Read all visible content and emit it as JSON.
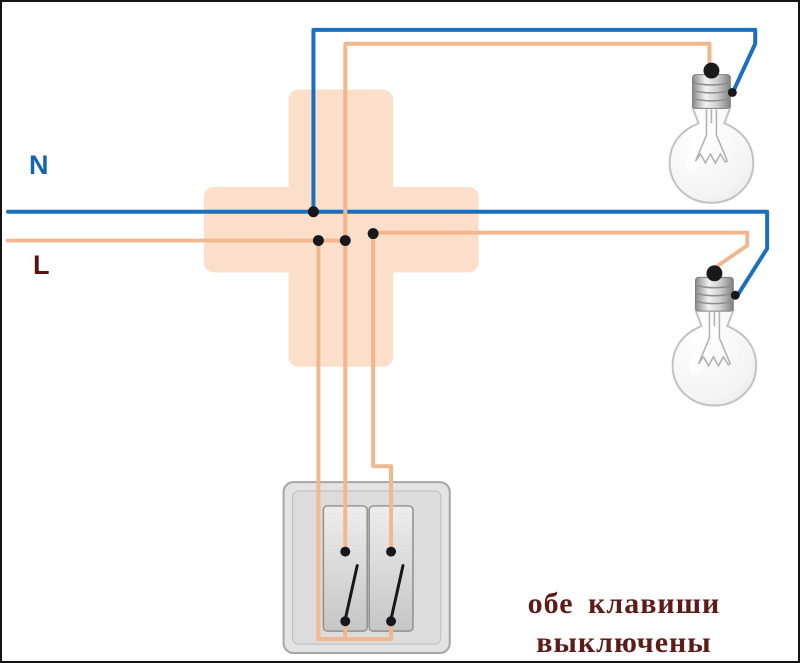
{
  "diagram": {
    "wire_labels": {
      "neutral": "N",
      "line": "L"
    },
    "caption": {
      "line1": "обе клавиши",
      "line2": "выключены"
    },
    "colors": {
      "neutral_wire": "#1a6fbe",
      "line_wire": "#f1b78e",
      "junction_box_fill": "#fcdfca",
      "connection_dot": "#17171c",
      "neutral_label_text": "#1565ae",
      "line_label_text": "#5a1313",
      "caption_text": "#5f1a1a",
      "switch_plate_fill": "#e3e3e3",
      "background": "#ffffff"
    }
  }
}
